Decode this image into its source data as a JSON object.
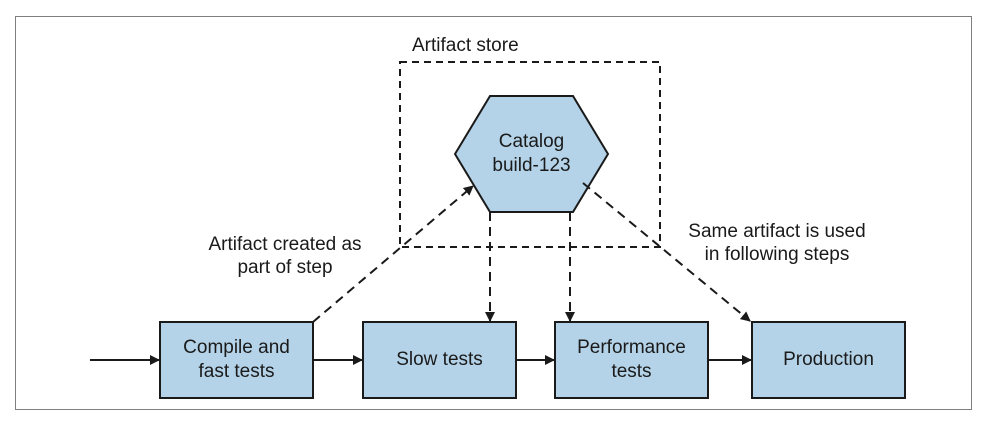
{
  "colors": {
    "node_fill": "#b4d3e8",
    "stroke": "#1a1a1a",
    "frame": "#7f7f7f"
  },
  "store": {
    "title": "Artifact store"
  },
  "artifact": {
    "line1": "Catalog",
    "line2": "build-123"
  },
  "steps": [
    {
      "line1": "Compile and",
      "line2": "fast tests"
    },
    {
      "line1": "Slow tests",
      "line2": ""
    },
    {
      "line1": "Performance",
      "line2": "tests"
    },
    {
      "line1": "Production",
      "line2": ""
    }
  ],
  "annotations": {
    "created_line1": "Artifact created as",
    "created_line2": "part of step",
    "reused_line1": "Same artifact is used",
    "reused_line2": "in following steps"
  }
}
